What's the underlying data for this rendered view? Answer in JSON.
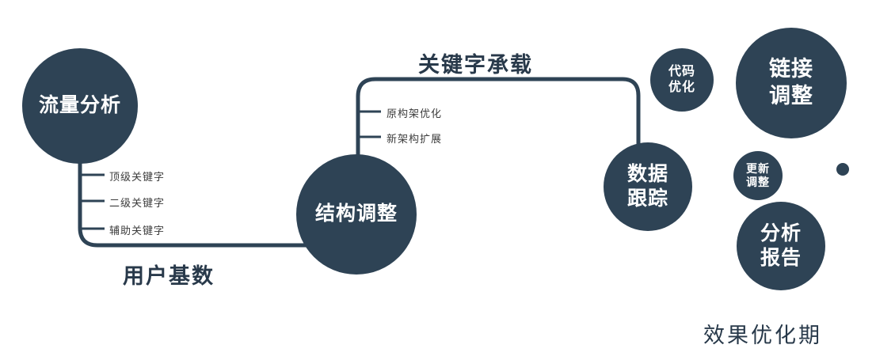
{
  "colors": {
    "node_fill": "#2e4355",
    "line": "#2e4355",
    "node_text": "#ffffff",
    "label_text": "#28394a",
    "branch_text": "#3c3c3c",
    "background": "#ffffff"
  },
  "diagram": {
    "nodes": {
      "traffic_analysis": "流量分析",
      "structure_adjustment": "结构调整",
      "data_tracking": "数据\n跟踪",
      "code_optimization": "代码\n优化",
      "link_adjustment": "链接\n调整",
      "update_adjustment": "更新\n调整",
      "analysis_report": "分析\n报告"
    },
    "labels": {
      "keyword_bearing": "关键字承载",
      "user_base": "用户基数",
      "effect_period": "效果优化期"
    },
    "branches": {
      "left": [
        "顶级关键字",
        "二级关键字",
        "辅助关键字"
      ],
      "right": [
        "原构架优化",
        "新架构扩展"
      ]
    }
  }
}
